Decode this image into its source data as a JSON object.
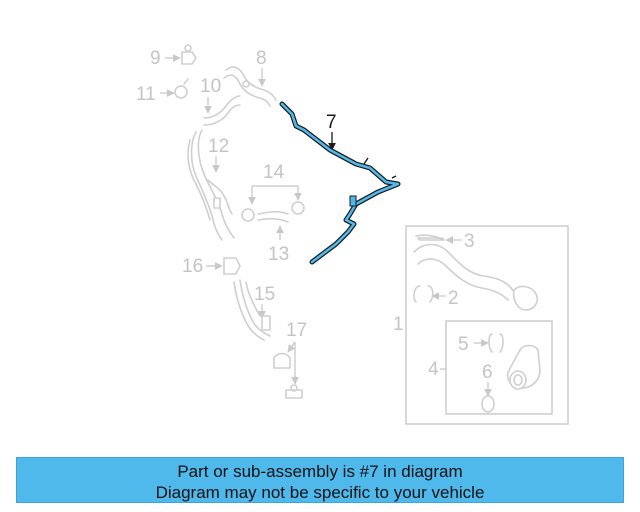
{
  "callouts": {
    "c1": "1",
    "c2": "2",
    "c3": "3",
    "c4": "4",
    "c5": "5",
    "c6": "6",
    "c7": "7",
    "c8": "8",
    "c9": "9",
    "c10": "10",
    "c11": "11",
    "c12": "12",
    "c13": "13",
    "c14": "14",
    "c15": "15",
    "c16": "16",
    "c17": "17"
  },
  "highlight": {
    "color": "#4fb9ec",
    "part": "7"
  },
  "banner": {
    "line1": "Part or sub-assembly is #7 in diagram",
    "line2": "Diagram may not be specific to your vehicle",
    "color": "#4fb9ec"
  }
}
